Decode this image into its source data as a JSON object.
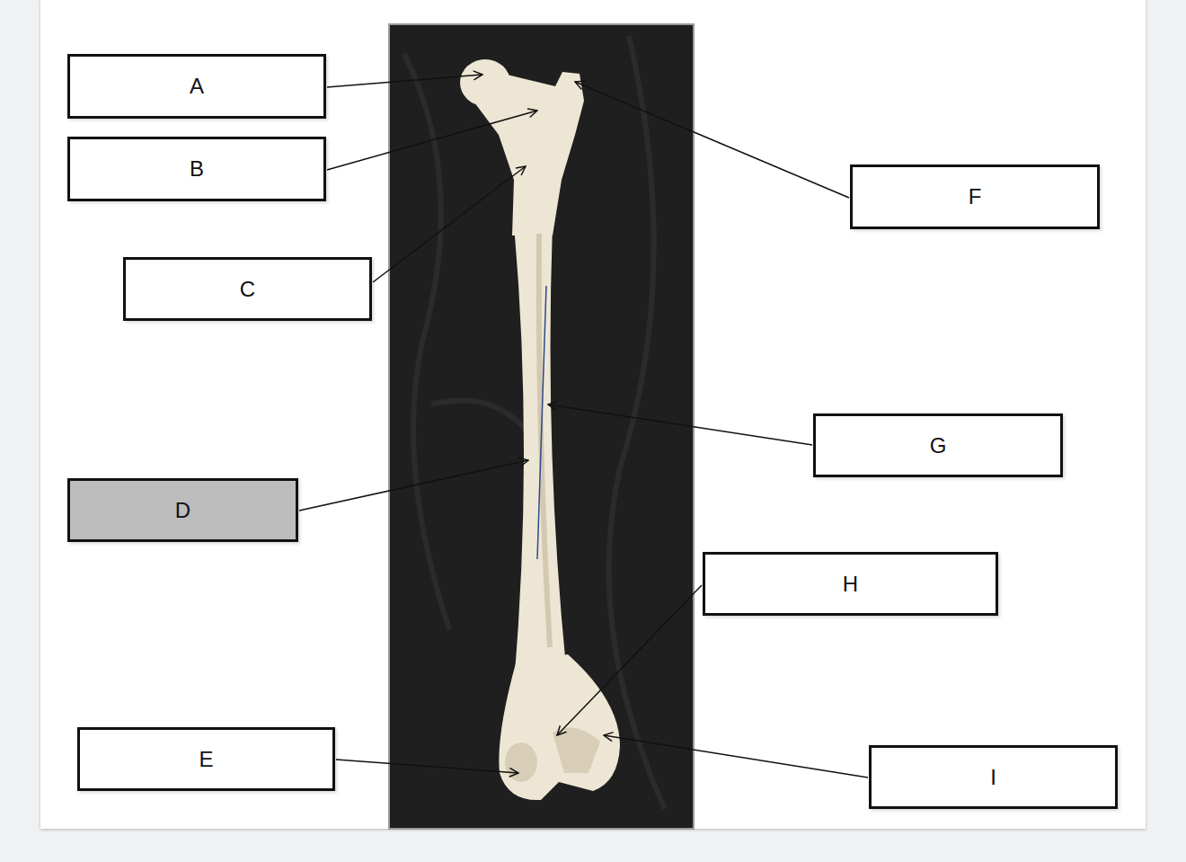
{
  "diagram": {
    "nodes": [
      {
        "text": [
          "A"
        ]
      },
      {
        "text": [
          "B"
        ]
      },
      {
        "text": [
          "F"
        ]
      },
      {
        "text": [
          "C"
        ]
      },
      {
        "text": [
          "G"
        ]
      },
      {
        "text": [
          "D"
        ]
      },
      {
        "text": [
          "H"
        ]
      },
      {
        "text": [
          "E"
        ]
      },
      {
        "text": [
          "I"
        ]
      }
    ]
  }
}
